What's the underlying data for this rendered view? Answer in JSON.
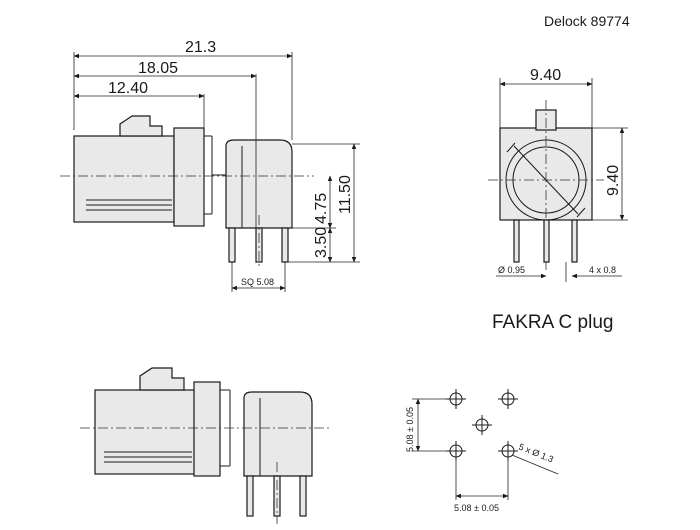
{
  "header": {
    "model": "Delock 89774"
  },
  "caption": "FAKRA C plug",
  "side_view": {
    "dims": {
      "total_length": "21.3",
      "length_2": "18.05",
      "length_3": "12.40",
      "height_total": "11.50",
      "height_upper": "4.75",
      "pin_length": "3.50",
      "pin_spacing": "SQ 5.08"
    }
  },
  "front_view": {
    "dims": {
      "width": "9.40",
      "height": "9.40",
      "pin_diameter": "Ø 0.95",
      "pin_count": "4 x 0.8"
    }
  },
  "footprint": {
    "dims": {
      "vertical_spacing": "5.08 ± 0.05",
      "horizontal_spacing": "5.08 ± 0.05",
      "holes": "5 x Ø 1.3"
    }
  }
}
